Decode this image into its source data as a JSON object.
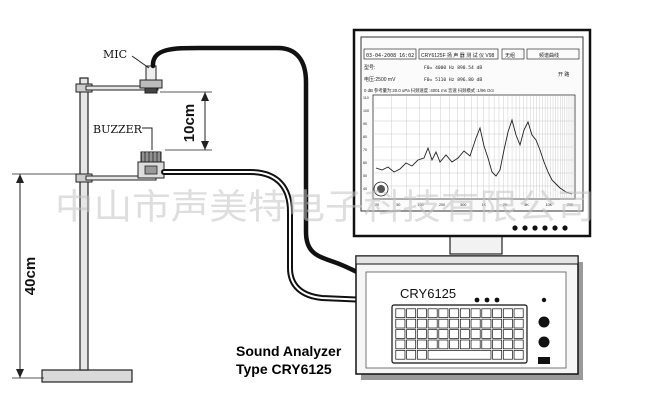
{
  "labels": {
    "mic": "MIC",
    "buzzer": "BUZZER",
    "dist_10": "10cm",
    "dist_40": "40cm",
    "device_model": "CRY6125",
    "caption_line1": "Sound Analyzer",
    "caption_line2": "Type CRY6125",
    "watermark": "中山市声美特电子科技有限公司"
  },
  "screen": {
    "date_box": "03-04-2008 16:02",
    "title_box": "CRY6125F 扬 声 器 测 试 仪 V98",
    "status_box": "无组",
    "mode_box": "频谱曲线",
    "line_a_label": "型号:",
    "line_a_freq": "F0= 4000 Hz 890.54 dB",
    "line_b_label": "电压:2500 mV",
    "line_b_freq": "F0= 5110 Hz 896.80 dB",
    "pass_label": "开 路",
    "line_c": "0 dB 参考量为:20.0 uPa   扫频速度 :4001 ms 音速   扫频模式 :1/96 Oct",
    "y_ticks": [
      "110",
      "100",
      "90",
      "80",
      "70",
      "60",
      "50",
      "40"
    ],
    "x_ticks": [
      "20",
      "50",
      "100",
      "200",
      "500",
      "1K",
      "2K",
      "5K",
      "10K",
      "20K"
    ]
  }
}
